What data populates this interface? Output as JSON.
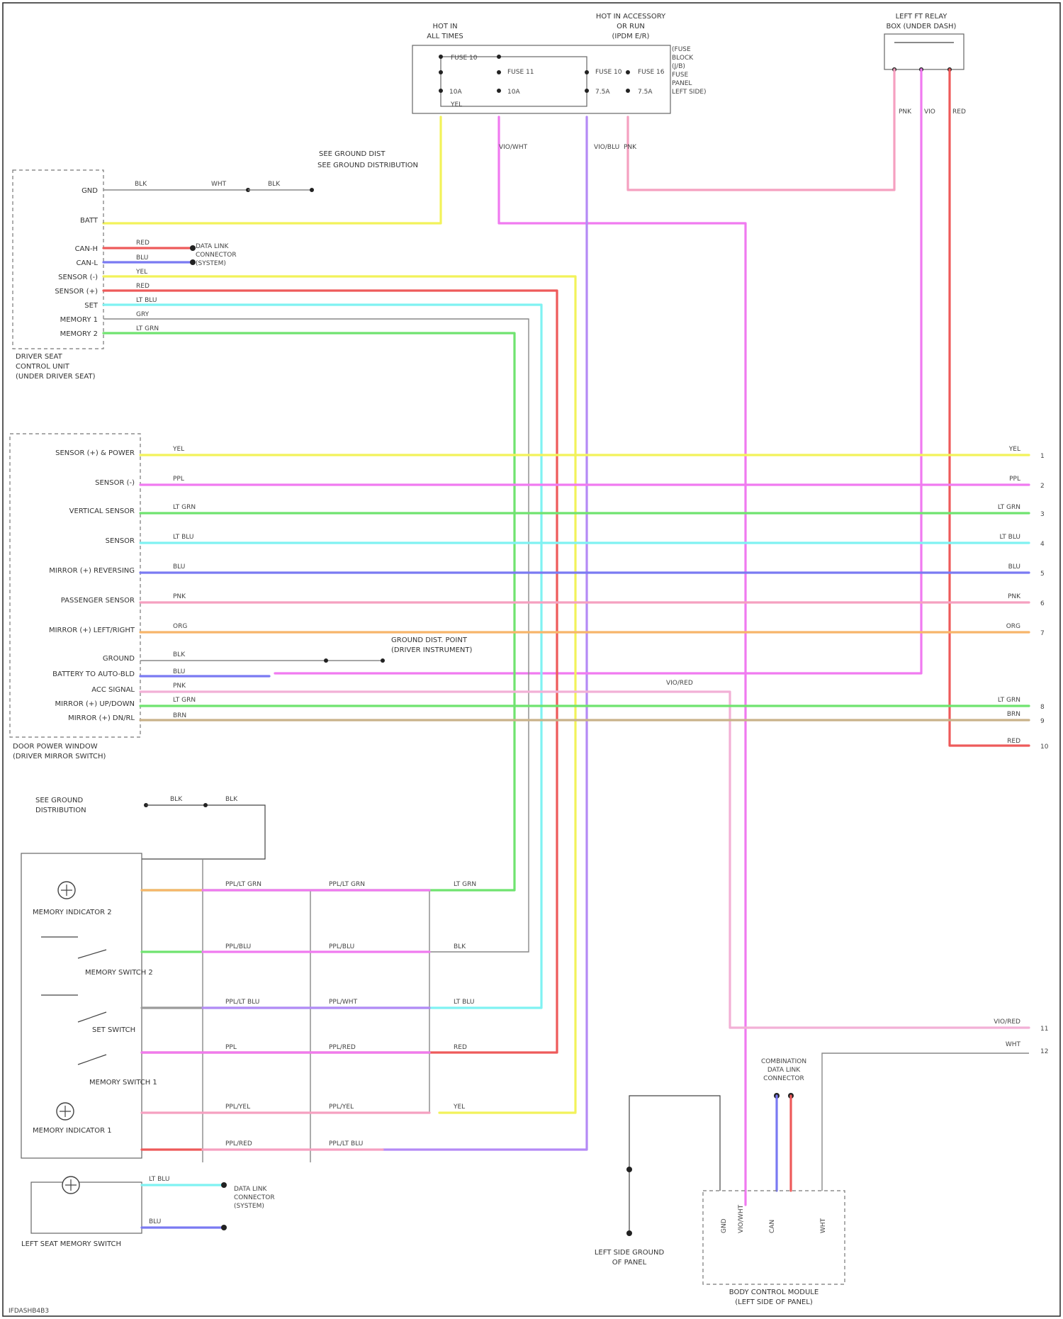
{
  "page": {
    "footer": "IFDASHB4B3"
  },
  "colors": {
    "yellow": "#f2f25a",
    "magenta": "#f07af0",
    "green": "#6fe36f",
    "cyan": "#7ff2f2",
    "blue": "#7a7af2",
    "pink": "#f5a0c0",
    "orange": "#f7b56a",
    "red": "#ee5a5a",
    "gray": "#9a9a9a",
    "brown": "#c9b28a",
    "violet": "#b48af5",
    "lightpink": "#f2b0d6"
  },
  "top": {
    "fuse_block": {
      "title_lines": [
        "HOT IN",
        "ALL TIMES"
      ]
    },
    "junction_block": {
      "title_lines": [
        "HOT IN ACCESSORY",
        "OR RUN",
        "(IPDM E/R)"
      ],
      "side_note": [
        "(FUSE",
        "BLOCK",
        "(J/B)",
        "FUSE",
        "PANEL",
        "LEFT SIDE)"
      ]
    },
    "relay_box": {
      "title_lines": [
        "LEFT FT RELAY",
        "BOX (UNDER DASH)"
      ]
    }
  },
  "left_module": {
    "pins": [
      "GND",
      "BATT",
      "CAN-H",
      "CAN-L",
      "SENSOR (-)",
      "SENSOR (+)",
      "SET",
      "MEMORY 1",
      "MEMORY 2"
    ],
    "title_lines": [
      "DRIVER SEAT",
      "CONTROL UNIT",
      "(UNDER DRIVER SEAT)"
    ],
    "note": "SEE GROUND DISTRIBUTION",
    "data_link": [
      "DATA LINK",
      "CONNECTOR",
      "(SYSTEM)"
    ]
  },
  "mid_module": {
    "pins": [
      "SENSOR (+) & POWER",
      "SENSOR (-)",
      "VERTICAL SENSOR",
      "SENSOR",
      "MIRROR (+) REVERSING",
      "PASSENGER SENSOR",
      "MIRROR (+) LEFT/RIGHT",
      "GROUND",
      "BATTERY TO AUTO-BLD",
      "ACC SIGNAL",
      "MIRROR (+) UP/DOWN",
      "MIRROR (+) DN/RL"
    ],
    "title_lines": [
      "DOOR POWER WINDOW",
      "(DRIVER MIRROR SWITCH)"
    ],
    "ground_note": [
      "GROUND DIST. POINT",
      "(DRIVER INSTRUMENT)"
    ]
  },
  "right_labels": [
    "YEL",
    "PPL",
    "LT GRN",
    "LT BLU",
    "BLU",
    "PNK",
    "ORG",
    "LT GRN",
    "BRN",
    "RED",
    "VIO/RED",
    "WHT"
  ],
  "lower": {
    "ground_note": [
      "SEE GROUND",
      "DISTRIBUTION"
    ],
    "labels": [
      "MEMORY INDICATOR 2",
      "MEMORY SWITCH 2",
      "SET SWITCH",
      "MEMORY SWITCH 1",
      "MEMORY INDICATOR 1"
    ],
    "title": "LEFT SEAT MEMORY SWITCH",
    "data_link": [
      "DATA LINK",
      "CONNECTOR",
      "(SYSTEM)"
    ]
  },
  "bottom": {
    "ground_label": [
      "LEFT SIDE GROUND",
      "OF PANEL"
    ],
    "data_link": [
      "COMBINATION",
      "DATA LINK",
      "CONNECTOR"
    ],
    "module_title": [
      "BODY CONTROL MODULE",
      "(LEFT SIDE OF PANEL)"
    ]
  }
}
